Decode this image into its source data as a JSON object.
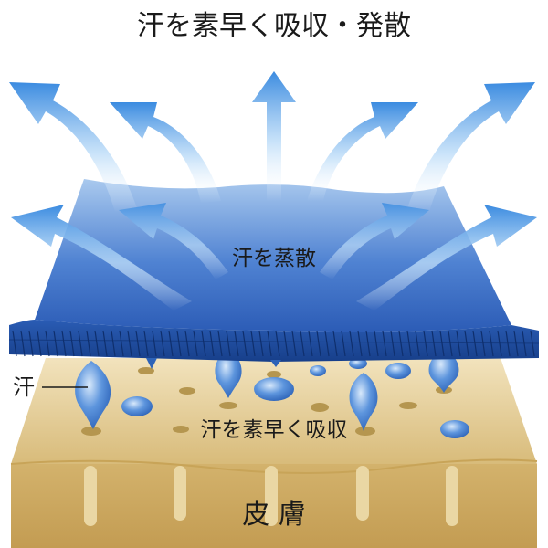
{
  "title": "汗を素早く吸収・発散",
  "labels": {
    "evaporate": "汗を蒸散",
    "sweat": "汗",
    "absorb": "汗を素早く吸収",
    "skin": "皮 膚"
  },
  "colors": {
    "fabric_top": "#9fc2ea",
    "fabric_bottom": "#2e5fb8",
    "fabric_edge": "#1f4e9e",
    "arrow": "#3d8fe0",
    "drop": "#3f7fd0",
    "skin_top": "#efdcae",
    "skin_bottom": "#c9a761",
    "pore": "#b89a55"
  }
}
